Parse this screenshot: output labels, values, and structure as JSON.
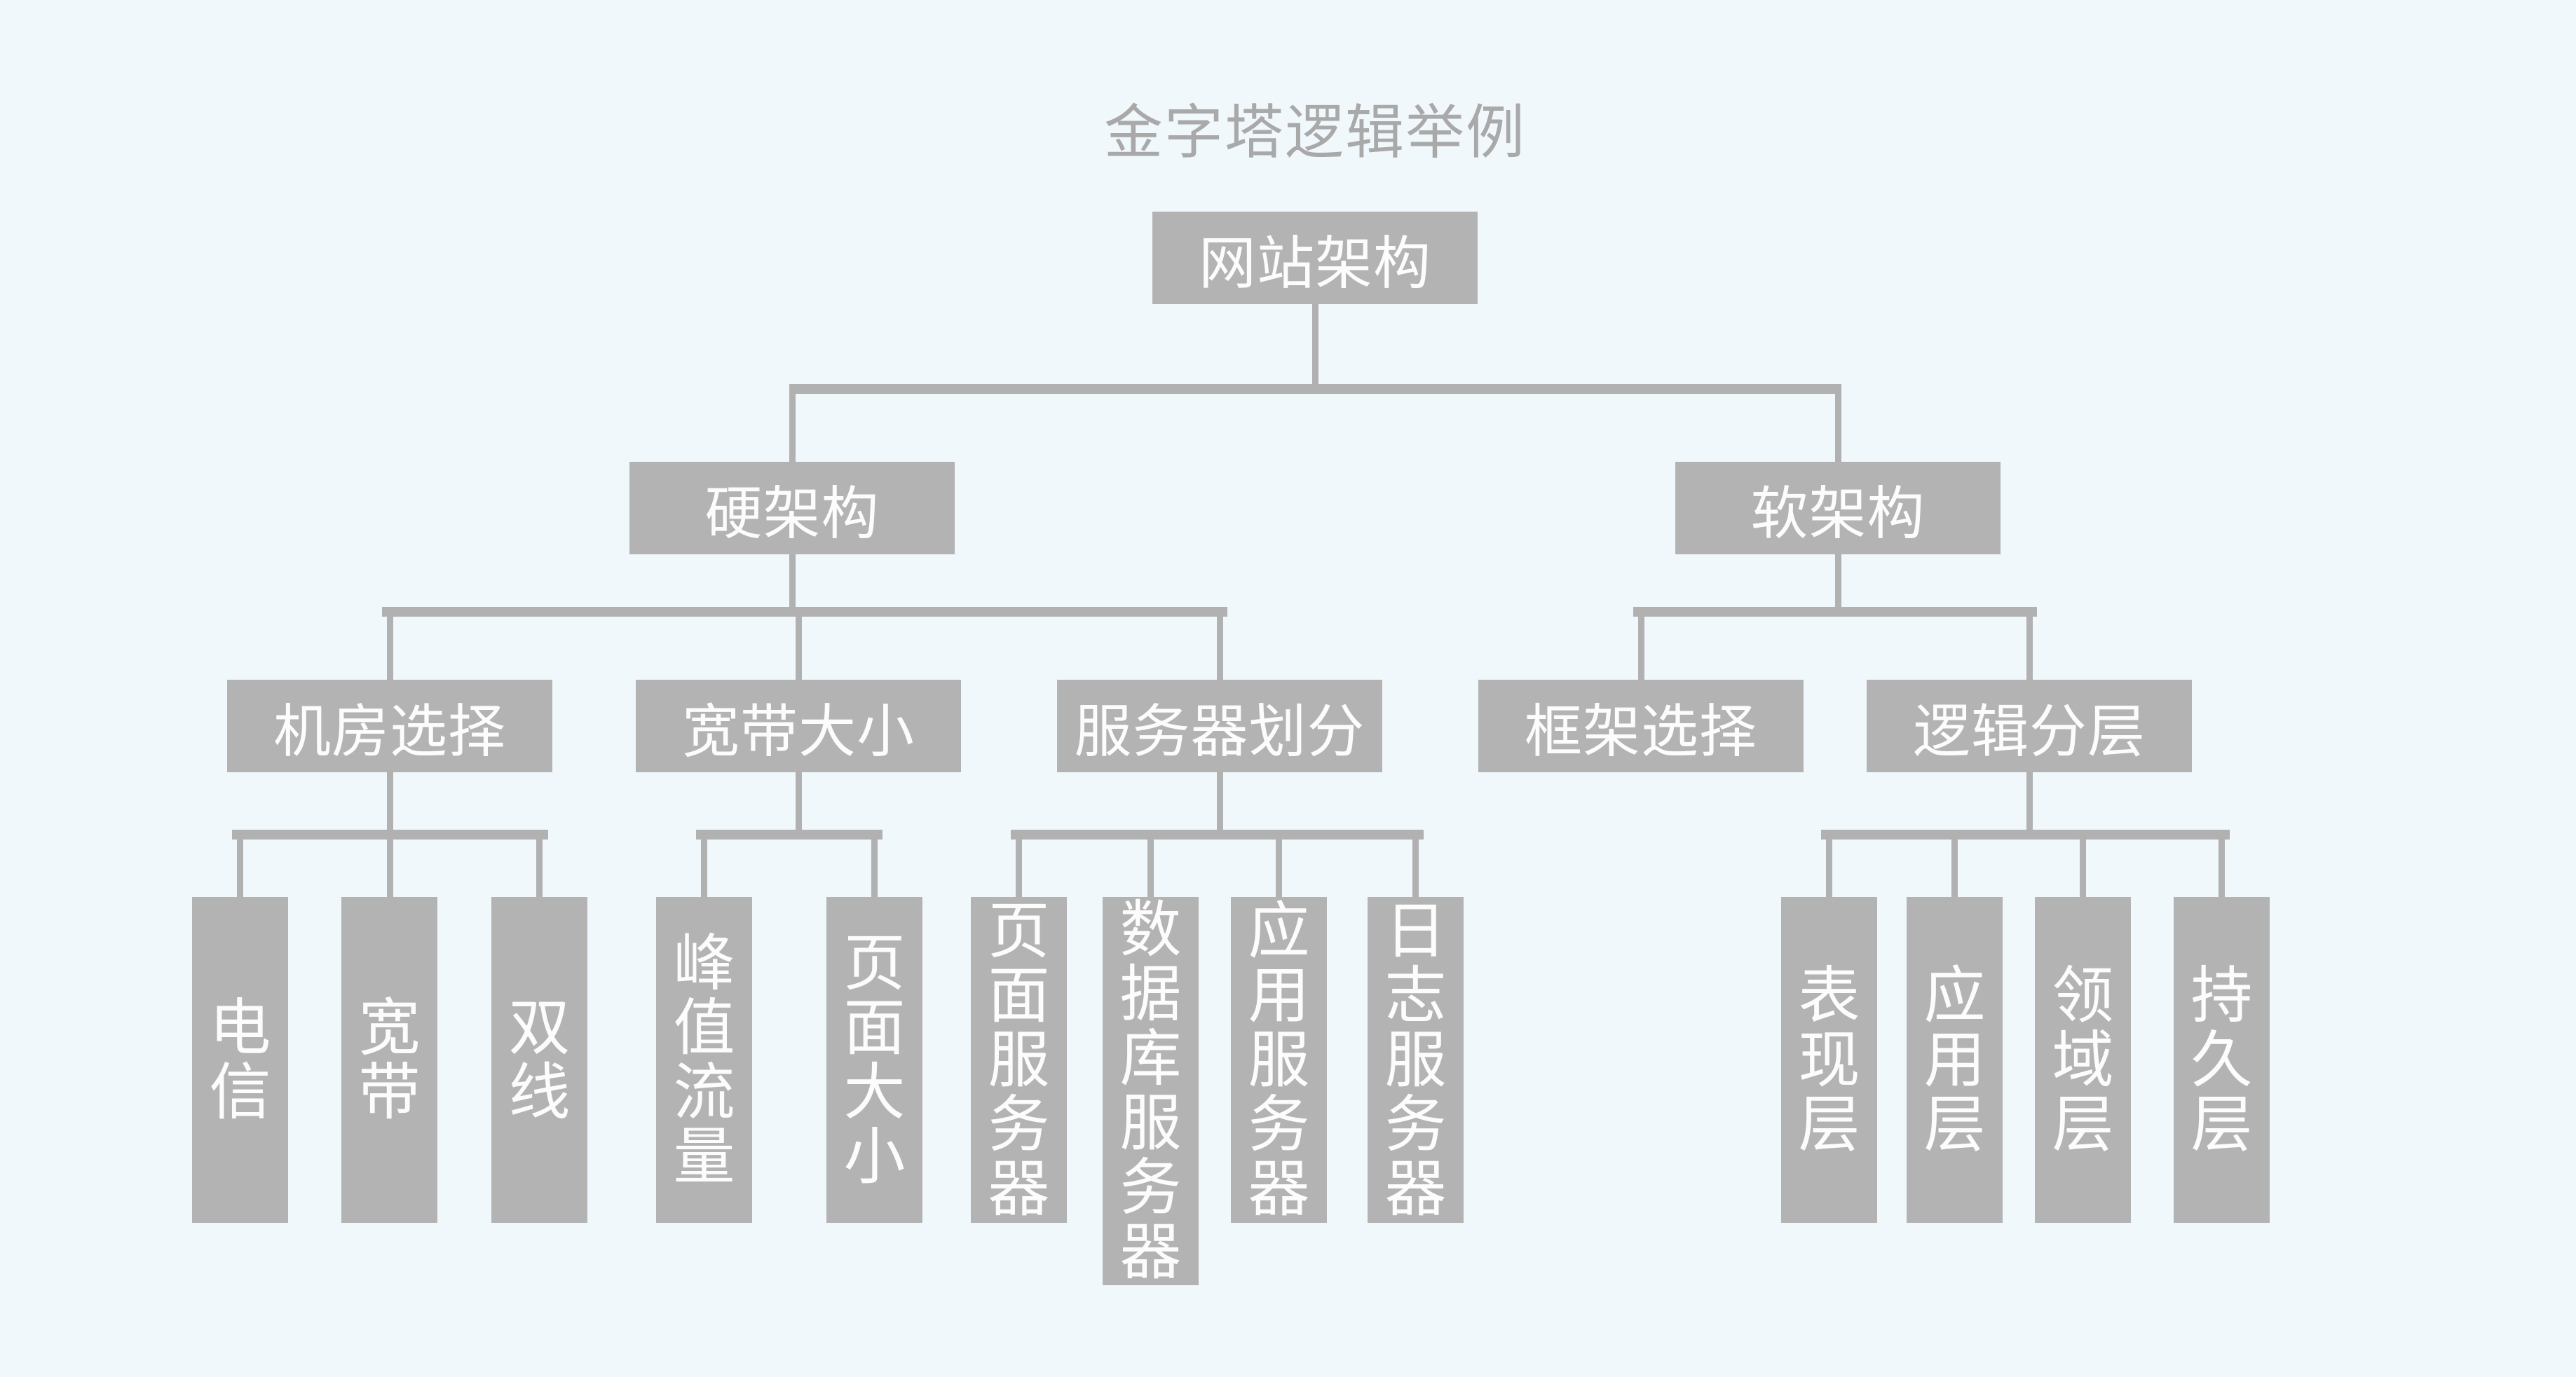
{
  "title": "金字塔逻辑举例",
  "colors": {
    "background": "#f0f8fb",
    "box": "#b3b3b3",
    "box_text": "#fcfcfc",
    "line": "#b1b1b1",
    "title_text": "#a9a9a9"
  },
  "tree": {
    "label": "网站架构",
    "children": [
      {
        "label": "硬架构",
        "children": [
          {
            "label": "机房选择",
            "children": [
              {
                "label": "电信"
              },
              {
                "label": "宽带"
              },
              {
                "label": "双线"
              }
            ]
          },
          {
            "label": "宽带大小",
            "children": [
              {
                "label": "峰值流量"
              },
              {
                "label": "页面大小"
              }
            ]
          },
          {
            "label": "服务器划分",
            "children": [
              {
                "label": "页面服务器"
              },
              {
                "label": "数据库服务器"
              },
              {
                "label": "应用服务器"
              },
              {
                "label": "日志服务器"
              }
            ]
          }
        ]
      },
      {
        "label": "软架构",
        "children": [
          {
            "label": "框架选择",
            "children": []
          },
          {
            "label": "逻辑分层",
            "children": [
              {
                "label": "表现层"
              },
              {
                "label": "应用层"
              },
              {
                "label": "领域层"
              },
              {
                "label": "持久层"
              }
            ]
          }
        ]
      }
    ]
  }
}
